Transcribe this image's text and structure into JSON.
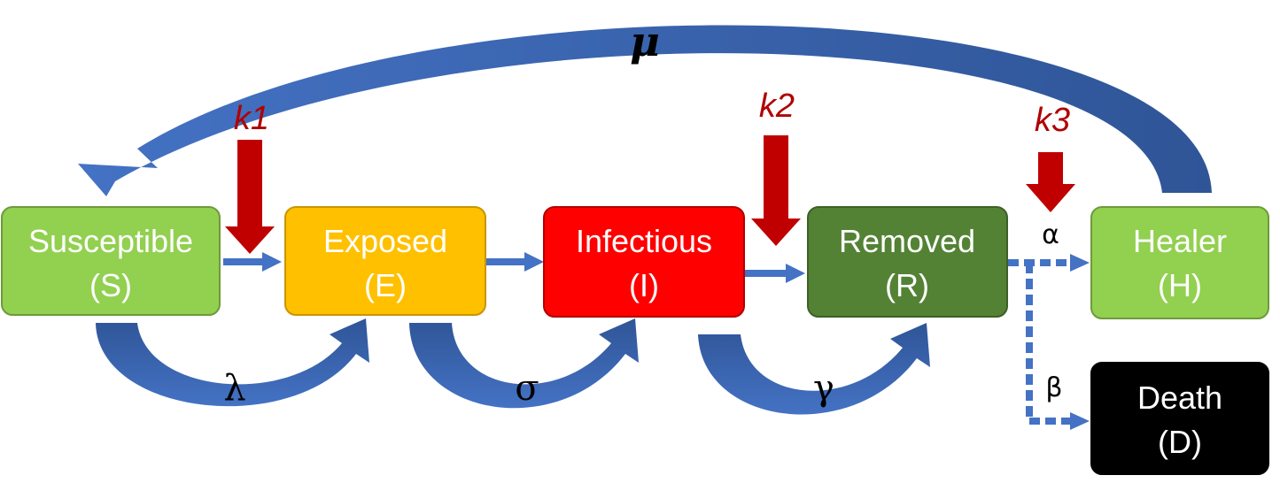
{
  "nodes": {
    "s": {
      "line1": "Susceptible",
      "line2": "(S)",
      "fill": "#92d050",
      "stroke": "#6f9a3c",
      "text": "#ffffff"
    },
    "e": {
      "line1": "Exposed",
      "line2": "(E)",
      "fill": "#ffc000",
      "stroke": "#c79600",
      "text": "#ffffff"
    },
    "i": {
      "line1": "Infectious",
      "line2": "(I)",
      "fill": "#ff0000",
      "stroke": "#b30000",
      "text": "#ffffff"
    },
    "r": {
      "line1": "Removed",
      "line2": "(R)",
      "fill": "#548235",
      "stroke": "#3d6026",
      "text": "#ffffff"
    },
    "h": {
      "line1": "Healer",
      "line2": "(H)",
      "fill": "#92d050",
      "stroke": "#6f9a3c",
      "text": "#ffffff"
    },
    "d": {
      "line1": "Death",
      "line2": "(D)",
      "fill": "#000000",
      "stroke": "#000000",
      "text": "#ffffff"
    }
  },
  "params": {
    "lambda": "λ",
    "sigma": "σ",
    "gamma": "γ",
    "alpha": "α",
    "beta": "β",
    "mu": "μ"
  },
  "controls": {
    "k1": "k1",
    "k2": "k2",
    "k3": "k3"
  },
  "colors": {
    "arrow_blue": "#4472c4",
    "arrow_blue_dark": "#2f5597",
    "control_red": "#c00000"
  }
}
